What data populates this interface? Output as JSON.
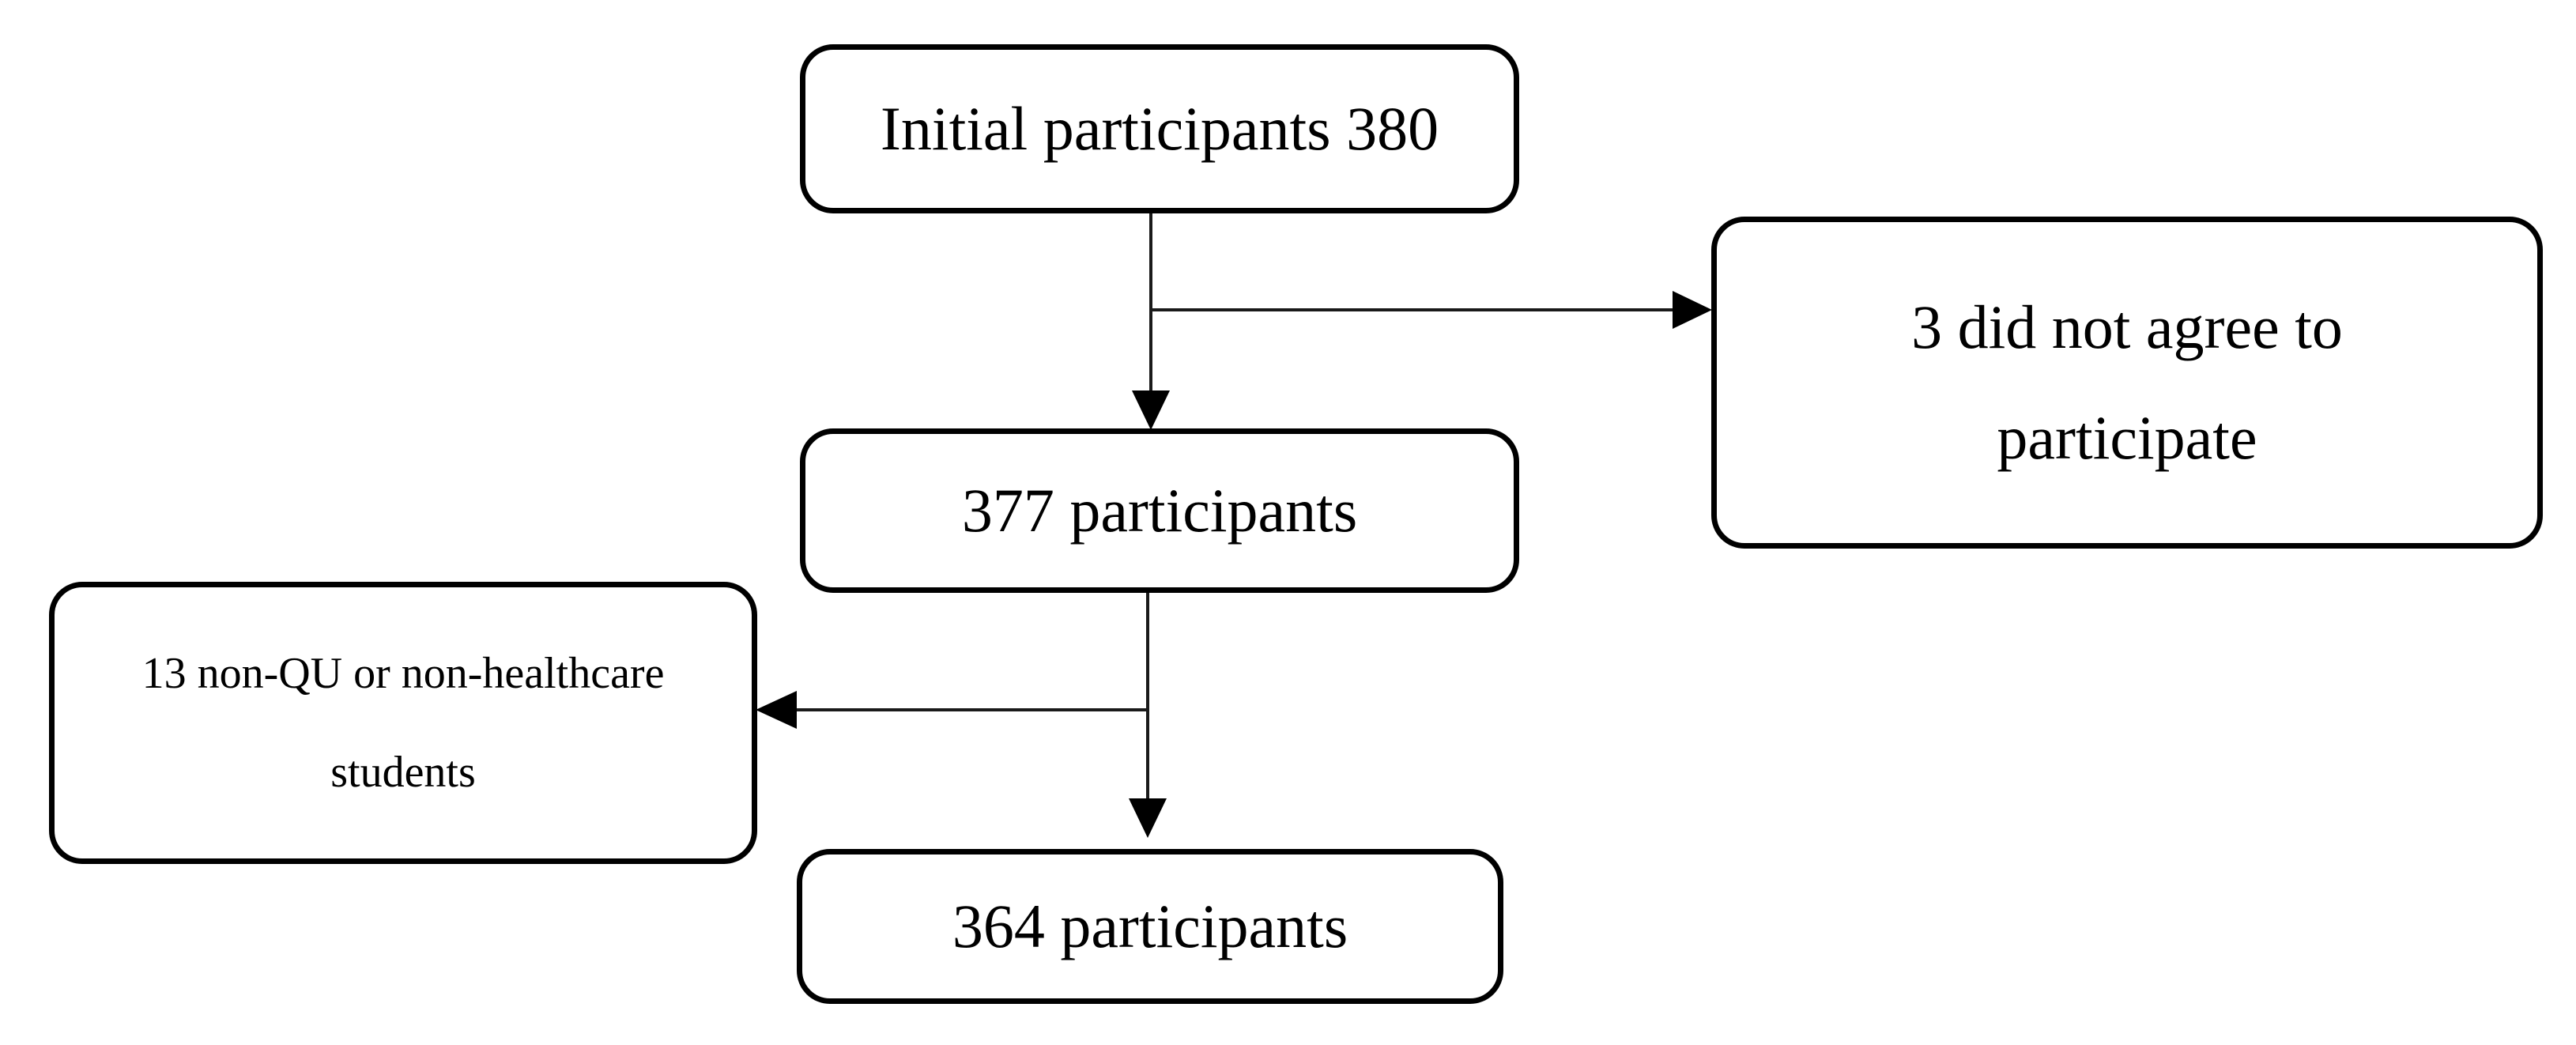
{
  "diagram": {
    "type": "flowchart",
    "nodes": {
      "initial": {
        "label": "Initial participants 380"
      },
      "participants377": {
        "label": "377 participants"
      },
      "participants364": {
        "label": "364 participants"
      },
      "did_not_agree": {
        "line1": "3 did not agree to",
        "line2": "participate"
      },
      "non_qu": {
        "line1": "13 non-QU or non-healthcare",
        "line2": "students"
      }
    },
    "edges": [
      {
        "from": "Initial participants 380",
        "to": "377 participants",
        "direction": "down"
      },
      {
        "from": "Initial participants 380",
        "to": "3 did not agree to participate",
        "direction": "right"
      },
      {
        "from": "377 participants",
        "to": "364 participants",
        "direction": "down"
      },
      {
        "from": "377 participants",
        "to": "13 non-QU or non-healthcare students",
        "direction": "left"
      }
    ],
    "colors": {
      "background": "#ffffff",
      "border": "#000000",
      "arrow": "#1a1a1a",
      "text": "#000000"
    }
  }
}
